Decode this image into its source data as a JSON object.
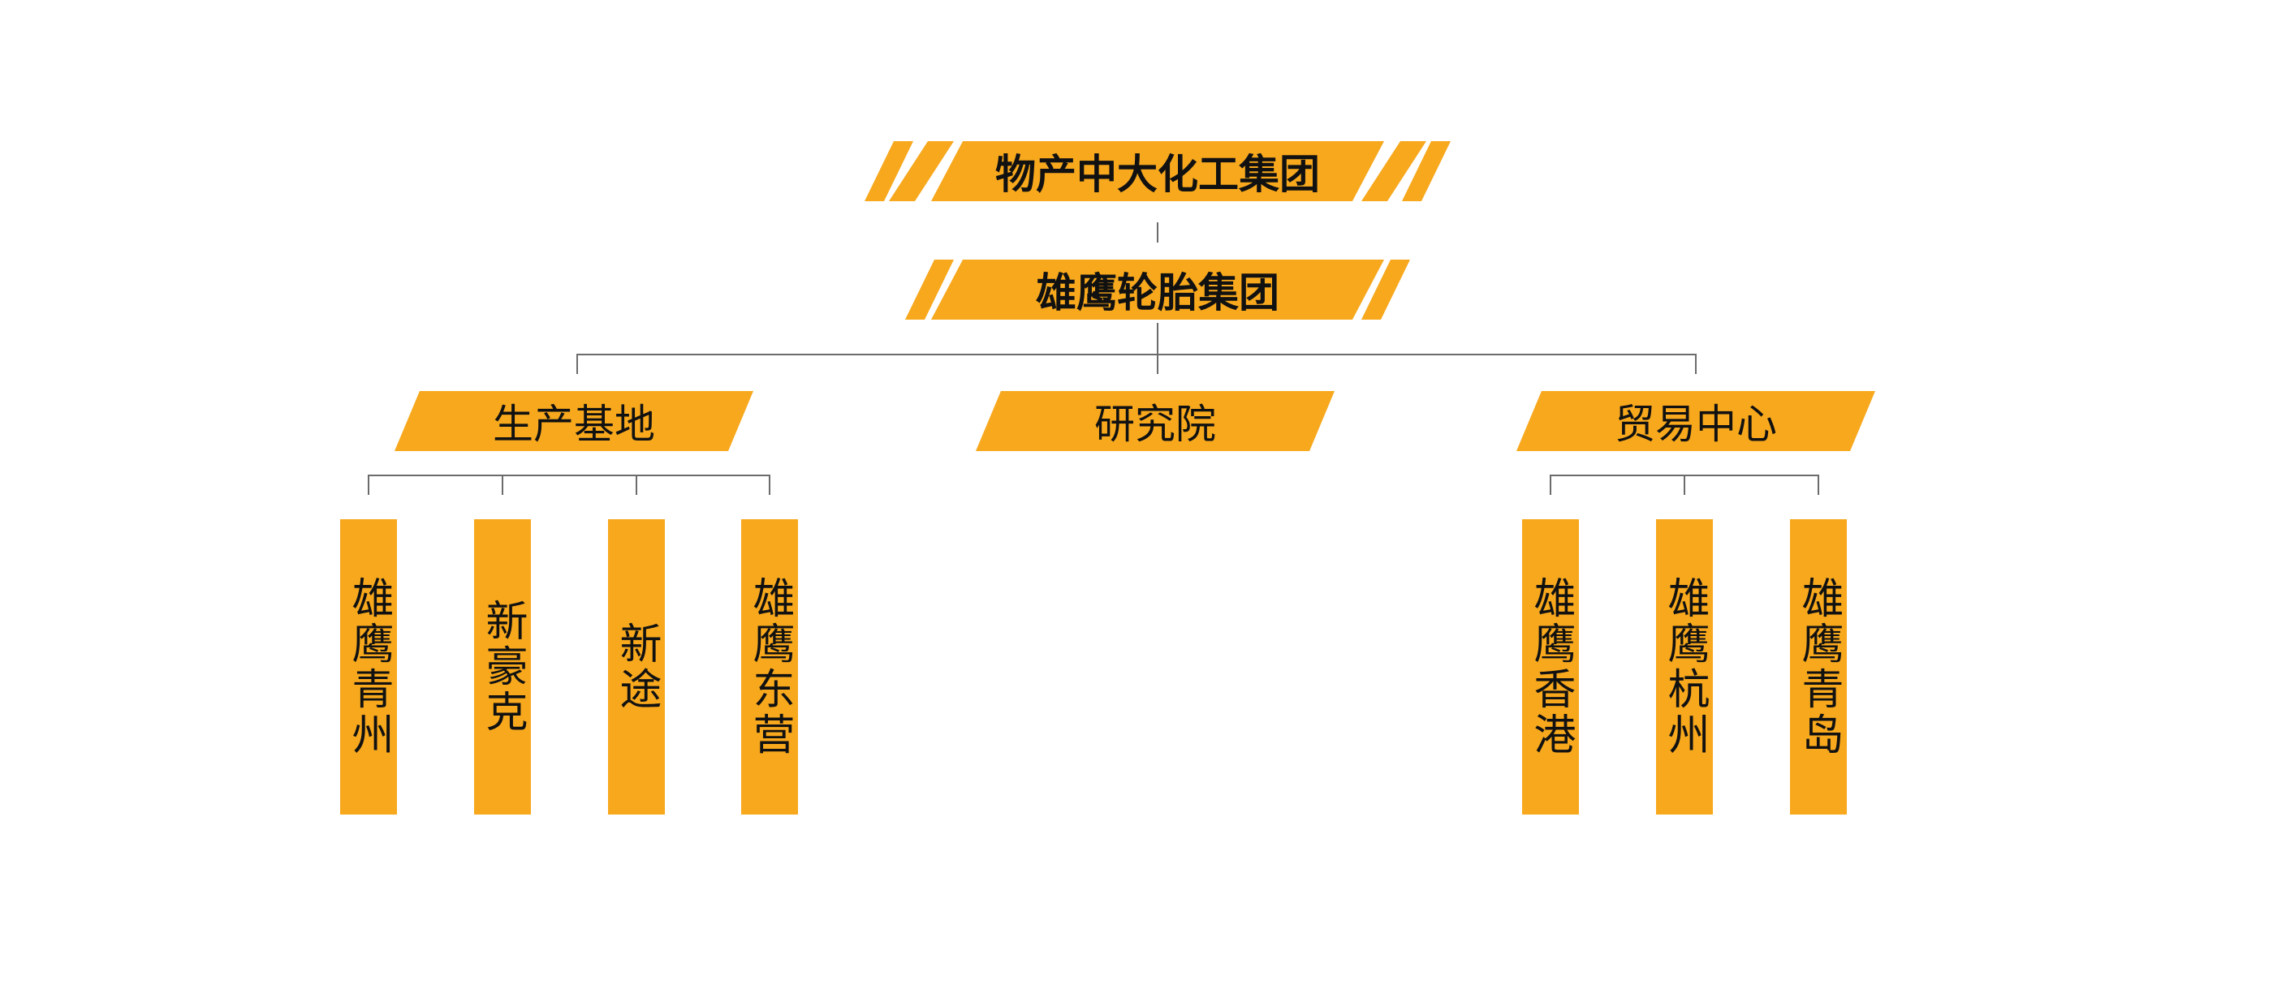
{
  "colors": {
    "accent": "#F7A81D",
    "text": "#111111",
    "connector": "#6b6b6b"
  },
  "org": {
    "top": "物产中大化工集团",
    "group": "雄鹰轮胎集团",
    "divisions": [
      {
        "label": "生产基地",
        "units": [
          "雄鹰青州",
          "新豪克",
          "新途",
          "雄鹰东营"
        ]
      },
      {
        "label": "研究院",
        "units": []
      },
      {
        "label": "贸易中心",
        "units": [
          "雄鹰香港",
          "雄鹰杭州",
          "雄鹰青岛"
        ]
      }
    ]
  }
}
